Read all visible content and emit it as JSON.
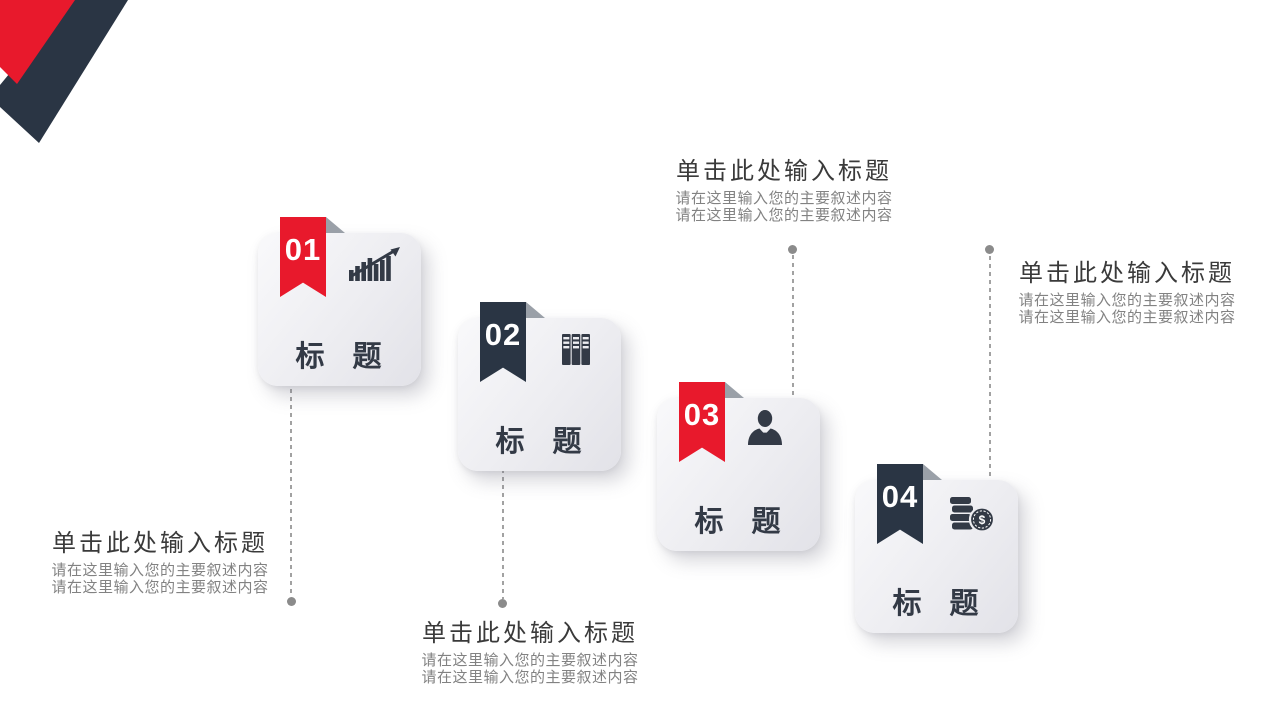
{
  "decoration": {
    "name": "corner-checkmark",
    "red": "#e8192c",
    "navy": "#2a3544"
  },
  "cards": [
    {
      "number": "01",
      "title": "标 题",
      "icon": "growth-chart-icon",
      "ribbon_color": "#e8192c"
    },
    {
      "number": "02",
      "title": "标 题",
      "icon": "data-columns-icon",
      "ribbon_color": "#2a3544"
    },
    {
      "number": "03",
      "title": "标 题",
      "icon": "businessman-icon",
      "ribbon_color": "#e8192c"
    },
    {
      "number": "04",
      "title": "标 题",
      "icon": "coins-icon",
      "ribbon_color": "#2a3544",
      "coin_glyph": "$"
    }
  ],
  "notes": [
    {
      "title": "单击此处输入标题",
      "line1": "请在这里输入您的主要叙述内容",
      "line2": "请在这里输入您的主要叙述内容"
    },
    {
      "title": "单击此处输入标题",
      "line1": "请在这里输入您的主要叙述内容",
      "line2": "请在这里输入您的主要叙述内容"
    },
    {
      "title": "单击此处输入标题",
      "line1": "请在这里输入您的主要叙述内容",
      "line2": "请在这里输入您的主要叙述内容"
    },
    {
      "title": "单击此处输入标题",
      "line1": "请在这里输入您的主要叙述内容",
      "line2": "请在这里输入您的主要叙述内容"
    }
  ]
}
